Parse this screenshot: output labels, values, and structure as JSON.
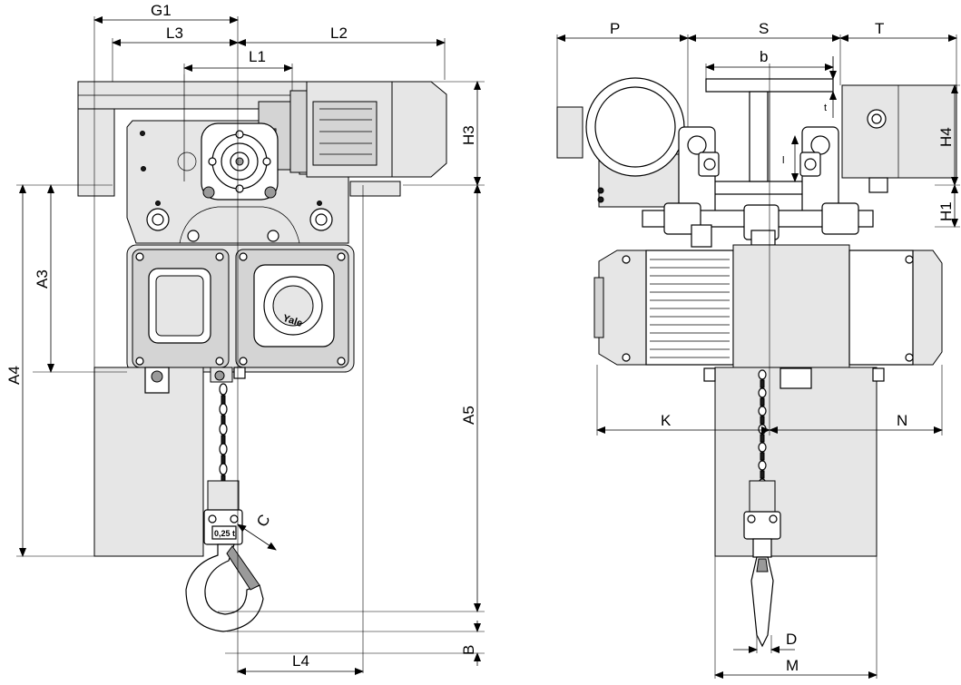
{
  "drawing": {
    "brand_label": "Yale",
    "capacity_label": "0,25 t",
    "front_view": {
      "dimensions": {
        "G1": "G1",
        "L3": "L3",
        "L2": "L2",
        "L1": "L1",
        "H3": "H3",
        "A3": "A3",
        "A4": "A4",
        "A5": "A5",
        "C": "C",
        "L4": "L4",
        "B": "B"
      }
    },
    "side_view": {
      "dimensions": {
        "P": "P",
        "S": "S",
        "T": "T",
        "b": "b",
        "t": "t",
        "l": "l",
        "H4": "H4",
        "H1": "H1",
        "K": "K",
        "N": "N",
        "D": "D",
        "M": "M"
      }
    }
  }
}
